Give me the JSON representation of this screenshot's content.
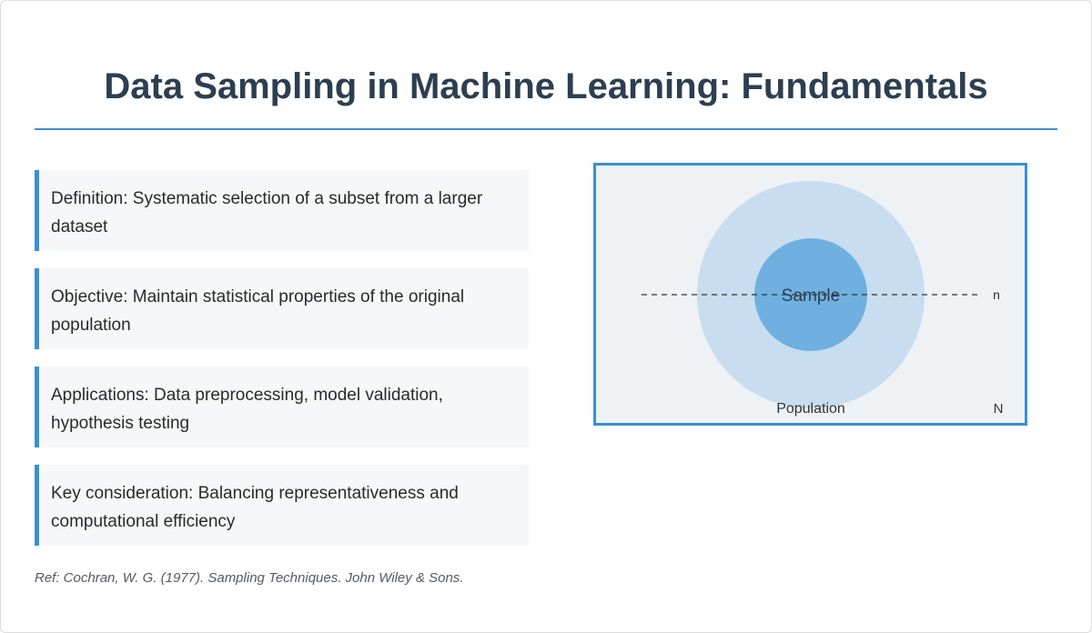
{
  "title": "Data Sampling in Machine Learning: Fundamentals",
  "points": [
    "Definition: Systematic selection of a subset from a larger dataset",
    "Objective: Maintain statistical properties of the original population",
    "Applications: Data preprocessing, model validation, hypothesis testing",
    "Key consideration: Balancing representativeness and computational efficiency"
  ],
  "reference": "Ref: Cochran, W. G. (1977). Sampling Techniques. John Wiley & Sons.",
  "diagram": {
    "sample_label": "Sample",
    "population_label": "Population",
    "sample_size_label": "n",
    "population_size_label": "N",
    "colors": {
      "frame_border": "#3b8fd6",
      "frame_fill": "#eef2f5",
      "population_fill": "#c8ddf0",
      "sample_fill": "#6fb0e0",
      "dashed_line": "#333333"
    }
  }
}
